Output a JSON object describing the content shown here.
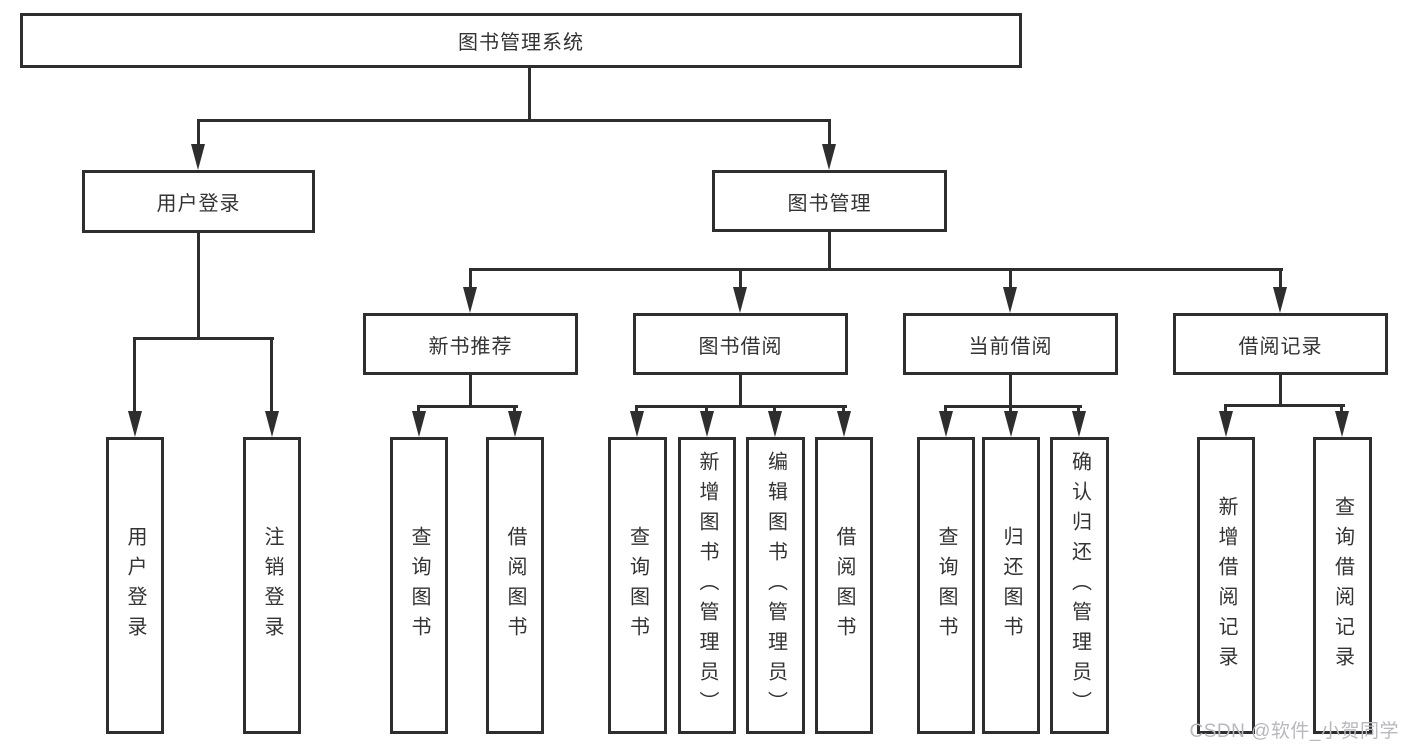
{
  "tree": {
    "label": "图书管理系统",
    "children": [
      {
        "label": "用户登录",
        "children": [
          {
            "label": "用户登录"
          },
          {
            "label": "注销登录"
          }
        ]
      },
      {
        "label": "图书管理",
        "children": [
          {
            "label": "新书推荐",
            "children": [
              {
                "label": "查询图书"
              },
              {
                "label": "借阅图书"
              }
            ]
          },
          {
            "label": "图书借阅",
            "children": [
              {
                "label": "查询图书"
              },
              {
                "label": "新增图书（管理员）"
              },
              {
                "label": "编辑图书（管理员）"
              },
              {
                "label": "借阅图书"
              }
            ]
          },
          {
            "label": "当前借阅",
            "children": [
              {
                "label": "查询图书"
              },
              {
                "label": "归还图书"
              },
              {
                "label": "确认归还（管理员）"
              }
            ]
          },
          {
            "label": "借阅记录",
            "children": [
              {
                "label": "新增借阅记录"
              },
              {
                "label": "查询借阅记录"
              }
            ]
          }
        ]
      }
    ]
  },
  "watermark": {
    "text": "CSDN @软件_小贺同学"
  },
  "colors": {
    "line": "#2e2e2e",
    "text": "#333333",
    "watermark": "#b8b8c0",
    "background": "#ffffff"
  }
}
